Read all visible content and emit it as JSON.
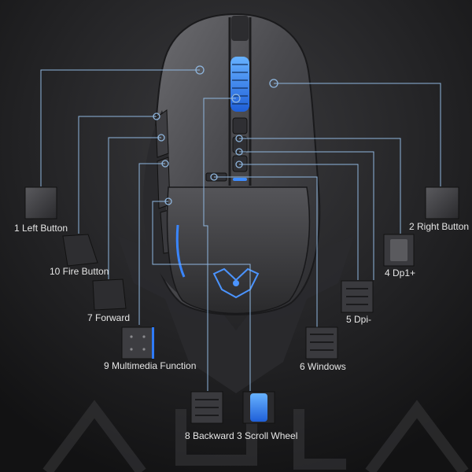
{
  "labels": {
    "left_button": "1 Left Button",
    "right_button": "2 Right Button",
    "fire_button": "10 Fire Button",
    "dpi_plus": "4 Dp1+",
    "forward": "7 Forward",
    "dpi_minus": "5 Dpi-",
    "multimedia": "9 Multimedia Function",
    "windows": "6 Windows",
    "backward_scroll": "8 Backward 3 Scroll Wheel"
  },
  "brand": {
    "watermark": "AULA"
  },
  "colors": {
    "background": "#1b1b1d",
    "callout_line": "#8fb6de",
    "accent_blue": "#2e7bff",
    "text": "#e6e6e6"
  },
  "icons": [
    "mouse-image",
    "brand-logo-icon",
    "button-thumbnail"
  ]
}
